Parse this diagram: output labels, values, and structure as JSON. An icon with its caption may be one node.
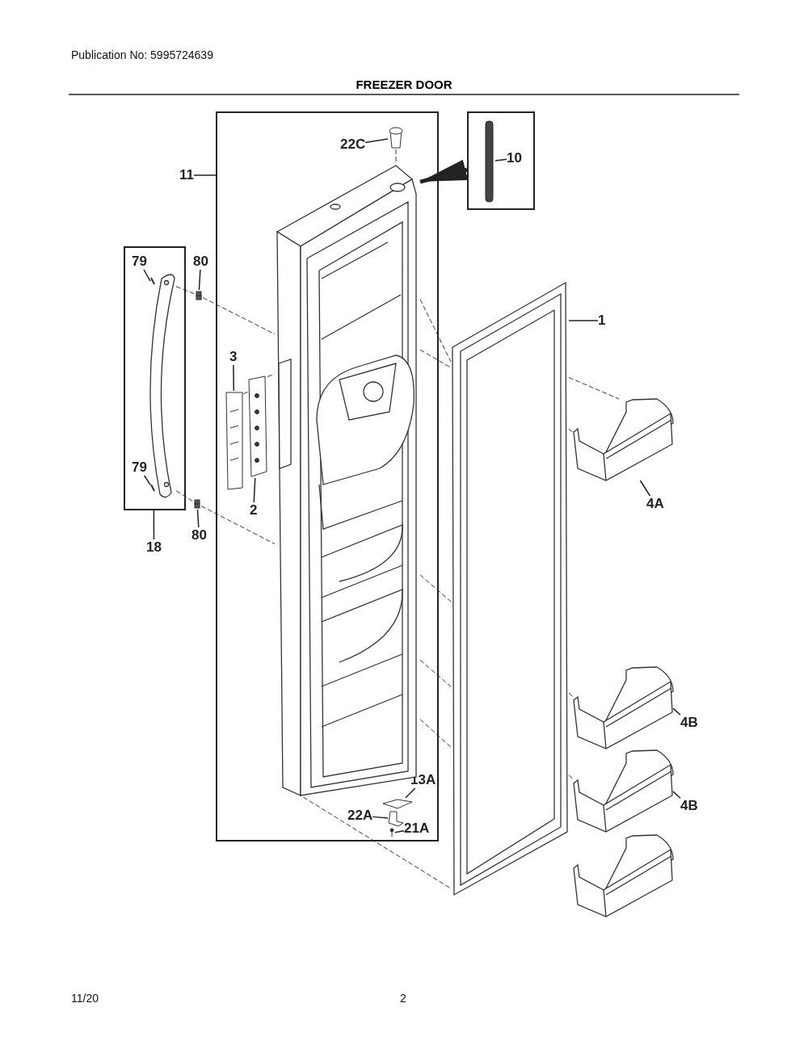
{
  "diagram": {
    "title": "FREEZER DOOR",
    "nodes": [
      {
        "text": [
          "11"
        ]
      },
      {
        "text": [],
        "shape": "box"
      },
      {
        "text": [
          "22C"
        ],
        "in": 1
      },
      {
        "text": [],
        "shape": "box"
      },
      {
        "text": [
          "10"
        ],
        "in": 3
      },
      {
        "text": [],
        "shape": "box"
      },
      {
        "text": [
          "79"
        ],
        "in": 5
      },
      {
        "text": [
          "80"
        ]
      },
      {
        "text": [
          "3"
        ],
        "in": 1
      },
      {
        "text": [
          "79"
        ],
        "in": 5
      },
      {
        "text": [
          "2"
        ],
        "in": 1
      },
      {
        "text": [
          "80"
        ]
      },
      {
        "text": [
          "18"
        ]
      },
      {
        "text": [
          "1"
        ]
      },
      {
        "text": [
          "4A"
        ]
      },
      {
        "text": [
          "4B"
        ]
      },
      {
        "text": [
          "4B"
        ]
      },
      {
        "text": [
          "13A"
        ],
        "in": 1
      },
      {
        "text": [
          "22A"
        ],
        "in": 1
      },
      {
        "text": [
          "21A"
        ],
        "in": 1
      },
      {
        "text": [],
        "shape": "cylinder",
        "in": 1
      },
      {
        "text": [],
        "shape": "bar",
        "in": 3
      },
      {
        "text": [],
        "shape": "picture",
        "in": 1
      },
      {
        "text": [],
        "shape": "picture",
        "in": 5
      },
      {
        "text": [],
        "shape": "bar"
      },
      {
        "text": [],
        "shape": "bar"
      },
      {
        "text": [],
        "shape": "picture",
        "in": 1
      },
      {
        "text": [],
        "shape": "picture",
        "in": 1
      },
      {
        "text": [],
        "shape": "picture"
      },
      {
        "text": [],
        "shape": "picture"
      },
      {
        "text": [],
        "shape": "picture"
      },
      {
        "text": [],
        "shape": "picture"
      },
      {
        "text": [],
        "shape": "picture"
      },
      {
        "text": [],
        "shape": "picture",
        "in": 1
      },
      {
        "text": [],
        "shape": "picture",
        "in": 1
      },
      {
        "text": [],
        "shape": "picture",
        "in": 1
      }
    ],
    "edges": [
      {
        "from": 0,
        "to": 1,
        "arrow": "none"
      },
      {
        "from": 2,
        "to": 20,
        "arrow": "none"
      },
      {
        "from": 3,
        "to": 22,
        "arrow": "to",
        "style": "thick"
      },
      {
        "from": 4,
        "to": 21,
        "arrow": "none"
      },
      {
        "from": 6,
        "to": 23,
        "arrow": "none"
      },
      {
        "from": 7,
        "to": 24,
        "arrow": "none"
      },
      {
        "from": 8,
        "to": 26,
        "arrow": "none"
      },
      {
        "from": 9,
        "to": 23,
        "arrow": "none"
      },
      {
        "from": 10,
        "to": 27,
        "arrow": "none"
      },
      {
        "from": 11,
        "to": 25,
        "arrow": "none"
      },
      {
        "from": 12,
        "to": 5,
        "arrow": "none"
      },
      {
        "from": 13,
        "to": 28,
        "arrow": "none"
      },
      {
        "from": 14,
        "to": 29,
        "arrow": "none"
      },
      {
        "from": 15,
        "to": 30,
        "arrow": "none"
      },
      {
        "from": 16,
        "to": 31,
        "arrow": "none"
      },
      {
        "from": 17,
        "to": 33,
        "arrow": "none"
      },
      {
        "from": 18,
        "to": 34,
        "arrow": "none"
      },
      {
        "from": 19,
        "to": 35,
        "arrow": "none"
      },
      {
        "from": 23,
        "to": 24,
        "arrow": "none",
        "style": "dashed"
      },
      {
        "from": 24,
        "to": 22,
        "arrow": "none",
        "style": "dashed"
      },
      {
        "from": 23,
        "to": 25,
        "arrow": "none",
        "style": "dashed"
      },
      {
        "from": 25,
        "to": 22,
        "arrow": "none",
        "style": "dashed"
      },
      {
        "from": 22,
        "to": 28,
        "arrow": "none",
        "style": "dashed"
      },
      {
        "from": 22,
        "to": 28,
        "arrow": "none",
        "style": "dashed"
      },
      {
        "from": 22,
        "to": 28,
        "arrow": "none",
        "style": "dashed"
      },
      {
        "from": 22,
        "to": 28,
        "arrow": "none",
        "style": "dashed"
      },
      {
        "from": 22,
        "to": 28,
        "arrow": "none",
        "style": "dashed"
      },
      {
        "from": 22,
        "to": 28,
        "arrow": "none",
        "style": "dashed"
      },
      {
        "from": 28,
        "to": 29,
        "arrow": "none",
        "style": "dashed"
      },
      {
        "from": 28,
        "to": 29,
        "arrow": "none",
        "style": "dashed"
      },
      {
        "from": 28,
        "to": 30,
        "arrow": "none",
        "style": "dashed"
      },
      {
        "from": 28,
        "to": 31,
        "arrow": "none",
        "style": "dashed"
      },
      {
        "from": 26,
        "to": 27,
        "arrow": "none",
        "style": "dashed"
      },
      {
        "from": 27,
        "to": 22,
        "arrow": "none",
        "style": "dashed"
      },
      {
        "from": 20,
        "to": 22,
        "arrow": "none",
        "style": "dashed"
      }
    ],
    "labels": [
      "Publication No: 5995724639",
      "11/20",
      "2"
    ]
  }
}
